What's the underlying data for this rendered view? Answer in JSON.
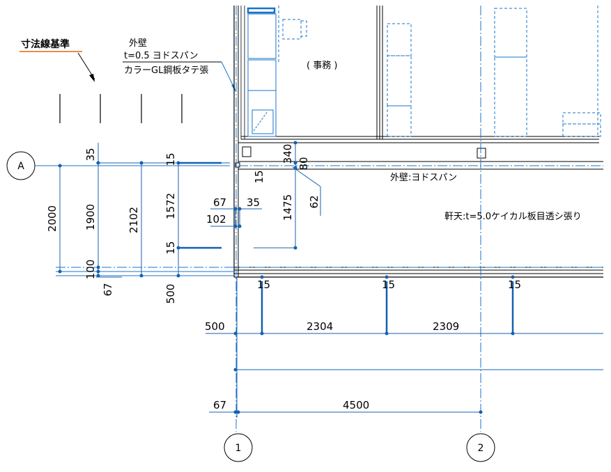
{
  "title_note": "寸法線基準",
  "note_color": "#e0651a",
  "line_color": "#1a73c8",
  "dim_line_color": "#1560b0",
  "grid": {
    "row_A": "A",
    "col_1": "1",
    "col_2": "2"
  },
  "notes": {
    "wall_title": "外壁",
    "wall_spec1": "t=0.5 ヨドスパン",
    "wall_spec2": "カラーGL鋼板タテ張",
    "office": "( 事務 )",
    "wall_right": "外壁:ヨドスパン",
    "eave": "軒天:t=5.0ケイカル板目透シ張り"
  },
  "dims_left": {
    "d35": "35",
    "d2000": "2000",
    "d1900": "1900",
    "d2102": "2102",
    "d15a": "15",
    "d1572": "1572",
    "d15b": "15",
    "d100": "100",
    "d67": "67",
    "d500": "500"
  },
  "dims_mid": {
    "d67": "67",
    "d35": "35",
    "d102": "102",
    "d15": "15",
    "d340": "340",
    "d80": "80",
    "d1475": "1475",
    "d62": "62"
  },
  "dims_bottom": {
    "d15a": "15",
    "d15b": "15",
    "d15c": "15",
    "d500": "500",
    "d2304": "2304",
    "d2309": "2309",
    "d67": "67",
    "d4500": "4500"
  }
}
